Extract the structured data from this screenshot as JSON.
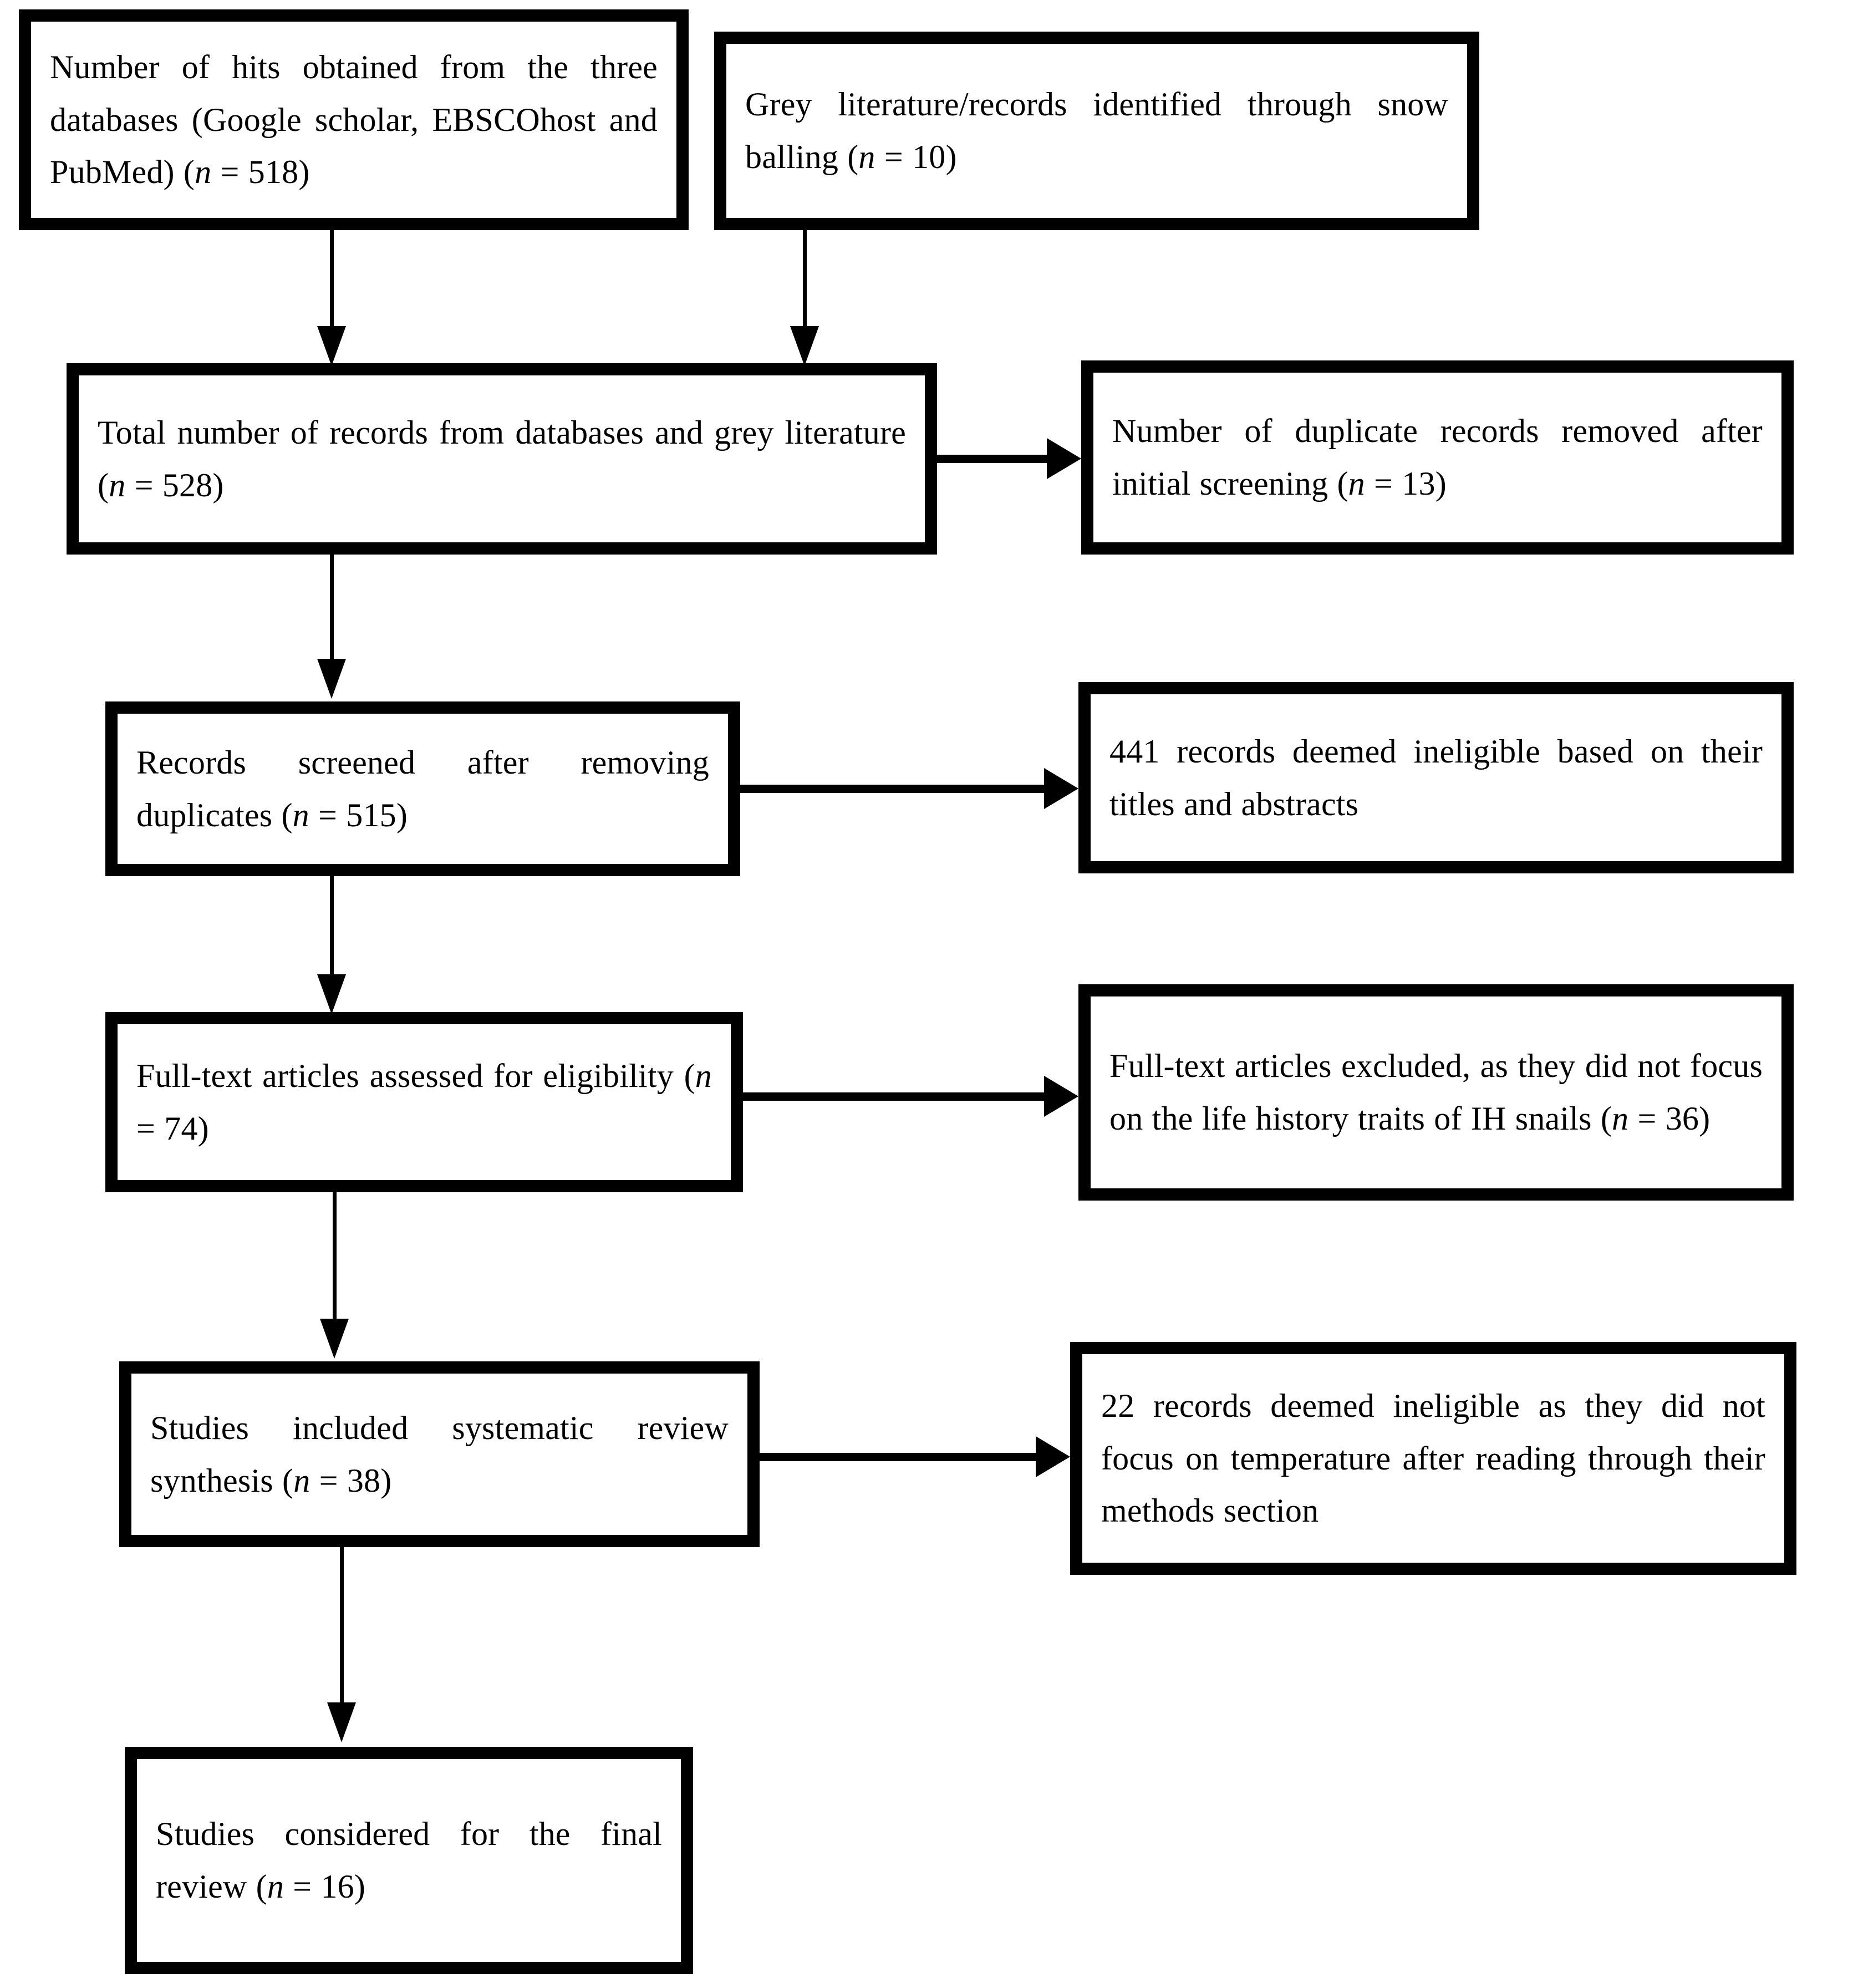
{
  "diagram": {
    "type": "prisma-flow-diagram",
    "nodes": [
      {
        "id": "databases-hits",
        "text_plain": "Number of hits obtained from the three databases (Google scholar, EBSCOhost and PubMed) (n = 518)",
        "text_lead": "Number of hits obtained from the three databases (Google scholar, EBSCOhost and PubMed) (",
        "n_symbol": "n",
        "n_value": " = 518)",
        "count": 518
      },
      {
        "id": "grey-literature",
        "text_plain": "Grey literature/records identified through snow balling (n = 10)",
        "text_lead": "Grey literature/records identified through snow balling (",
        "n_symbol": "n",
        "n_value": " = 10)",
        "count": 10
      },
      {
        "id": "total-records",
        "text_plain": "Total number of records from databases and grey literature (n = 528)",
        "text_lead": "Total number of records from databases and grey literature (",
        "n_symbol": "n",
        "n_value": " = 528)",
        "count": 528
      },
      {
        "id": "duplicates-removed",
        "text_plain": "Number of duplicate records removed after initial screening (n = 13)",
        "text_lead": "Number of duplicate records removed after initial screening (",
        "n_symbol": "n",
        "n_value": " = 13)",
        "count": 13
      },
      {
        "id": "records-screened",
        "text_plain": "Records screened after removing duplicates (n = 515)",
        "text_lead": "Records screened after removing duplicates (",
        "n_symbol": "n",
        "n_value": " = 515)",
        "count": 515
      },
      {
        "id": "ineligible-titles-abstracts",
        "text_plain": "441 records deemed ineligible based on their titles and abstracts",
        "text_lead": "441 records deemed ineligible based on their titles and abstracts",
        "n_symbol": "",
        "n_value": "",
        "count": 441
      },
      {
        "id": "fulltext-assessed",
        "text_plain": "Full-text articles assessed for eligibility (n = 74)",
        "text_lead": "Full-text articles assessed for eligibility (",
        "n_symbol": "n",
        "n_value": " = 74)",
        "count": 74
      },
      {
        "id": "fulltext-excluded",
        "text_plain": "Full-text articles excluded, as they did not focus on the life history traits of IH snails (n = 36)",
        "text_lead": "Full-text articles excluded, as they did not focus on the life history traits of IH snails (",
        "n_symbol": "n",
        "n_value": " = 36)",
        "count": 36
      },
      {
        "id": "studies-included-synthesis",
        "text_plain": "Studies included systematic review synthesis (n = 38)",
        "text_lead": "Studies included systematic review synthesis (",
        "n_symbol": "n",
        "n_value": " = 38)",
        "count": 38
      },
      {
        "id": "ineligible-temperature",
        "text_plain": "22 records deemed ineligible as they did not focus on temperature after reading through their methods section",
        "text_lead": "22 records deemed ineligible as they did not focus on temperature after reading through their methods section",
        "n_symbol": "",
        "n_value": "",
        "count": 22
      },
      {
        "id": "final-review",
        "text_plain": "Studies considered for the final review (n = 16)",
        "text_lead": "Studies considered for the final review (",
        "n_symbol": "n",
        "n_value": " = 16)",
        "count": 16
      }
    ],
    "colors": {
      "border": "#000000",
      "fill": "#ffffff",
      "text": "#000000",
      "connector": "#000000"
    }
  }
}
